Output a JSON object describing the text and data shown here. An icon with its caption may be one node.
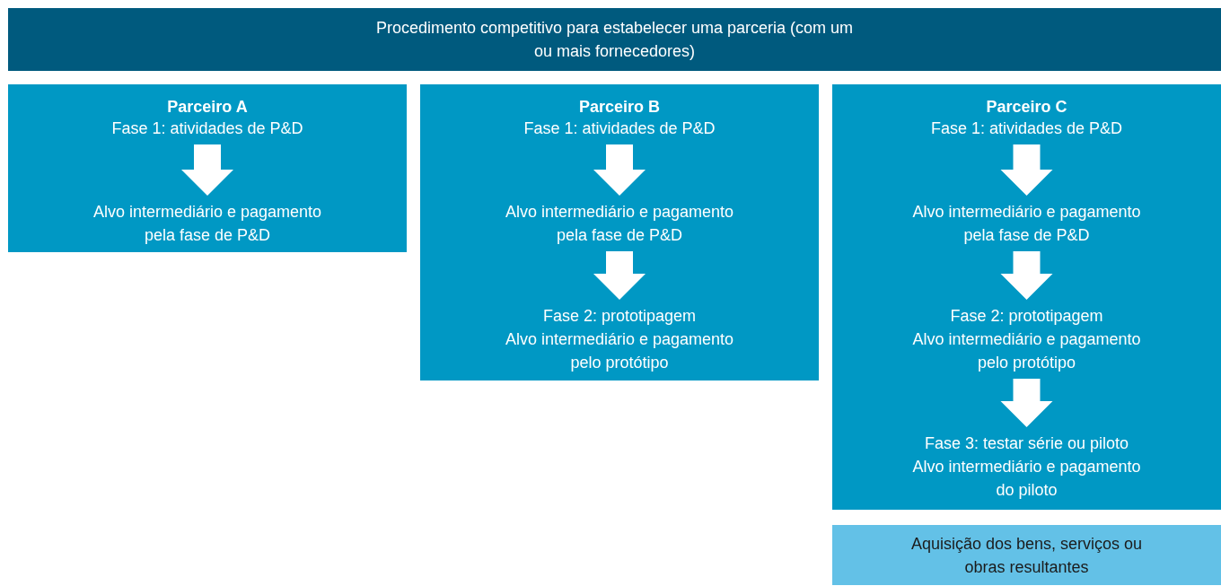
{
  "diagram": {
    "nodes": [
      {
        "text": [
          "Procedimento competitivo para estabelecer uma parceria (com um ou mais fornecedores)"
        ]
      },
      {
        "text": [
          "Parceiro A"
        ]
      },
      {
        "text": [
          "Fase 1: atividades de P&D"
        ],
        "in": 1
      },
      {
        "text": [
          "Alvo intermediário e pagamento pela fase de P&D"
        ],
        "in": 1
      },
      {
        "text": [
          "Parceiro B"
        ]
      },
      {
        "text": [
          "Fase 1: atividades de P&D"
        ],
        "in": 4
      },
      {
        "text": [
          "Alvo intermediário e pagamento pela fase de P&D"
        ],
        "in": 4
      },
      {
        "text": [
          "Fase 2: prototipagem",
          "Alvo intermediário e pagamento pelo protótipo"
        ],
        "in": 4
      },
      {
        "text": [
          "Parceiro C"
        ]
      },
      {
        "text": [
          "Fase 1: atividades de P&D"
        ],
        "in": 8
      },
      {
        "text": [
          "Alvo intermediário e pagamento pela fase de P&D"
        ],
        "in": 8
      },
      {
        "text": [
          "Fase 2: prototipagem",
          "Alvo intermediário e pagamento pelo protótipo"
        ],
        "in": 8
      },
      {
        "text": [
          "Fase 3: testar série ou piloto",
          "Alvo intermediário e pagamento do piloto"
        ],
        "in": 8
      },
      {
        "text": [
          "Aquisição dos bens, serviços ou obras resultantes"
        ]
      }
    ],
    "edges": [
      {
        "from": 2,
        "to": 3,
        "arrow": "to",
        "style": "thick"
      },
      {
        "from": 5,
        "to": 6,
        "arrow": "to",
        "style": "thick"
      },
      {
        "from": 6,
        "to": 7,
        "arrow": "to",
        "style": "thick"
      },
      {
        "from": 9,
        "to": 10,
        "arrow": "to",
        "style": "thick"
      },
      {
        "from": 10,
        "to": 11,
        "arrow": "to",
        "style": "thick"
      },
      {
        "from": 11,
        "to": 12,
        "arrow": "to",
        "style": "thick"
      }
    ]
  }
}
